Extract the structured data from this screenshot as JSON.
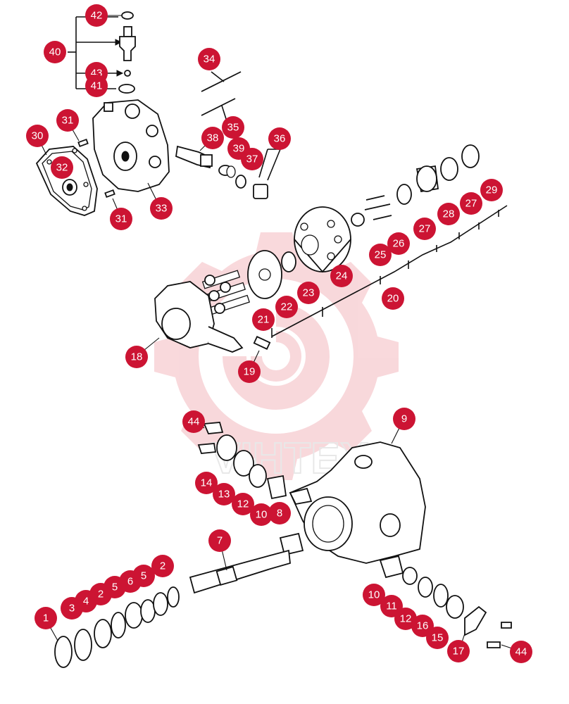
{
  "diagram": {
    "watermark": {
      "text": "VIHTEX",
      "color": "#f4b9bf"
    },
    "badge_color": "#cc1433",
    "callouts": [
      "42",
      "40",
      "43",
      "41",
      "34",
      "31",
      "35",
      "30",
      "38",
      "39",
      "37",
      "36",
      "32",
      "33",
      "31",
      "29",
      "27",
      "28",
      "26",
      "25",
      "24",
      "23",
      "22",
      "21",
      "20",
      "18",
      "19",
      "44",
      "9",
      "14",
      "13",
      "12",
      "10",
      "8",
      "7",
      "2",
      "5",
      "6",
      "5",
      "2",
      "4",
      "3",
      "1",
      "10",
      "11",
      "12",
      "16",
      "15",
      "17",
      "44"
    ]
  }
}
